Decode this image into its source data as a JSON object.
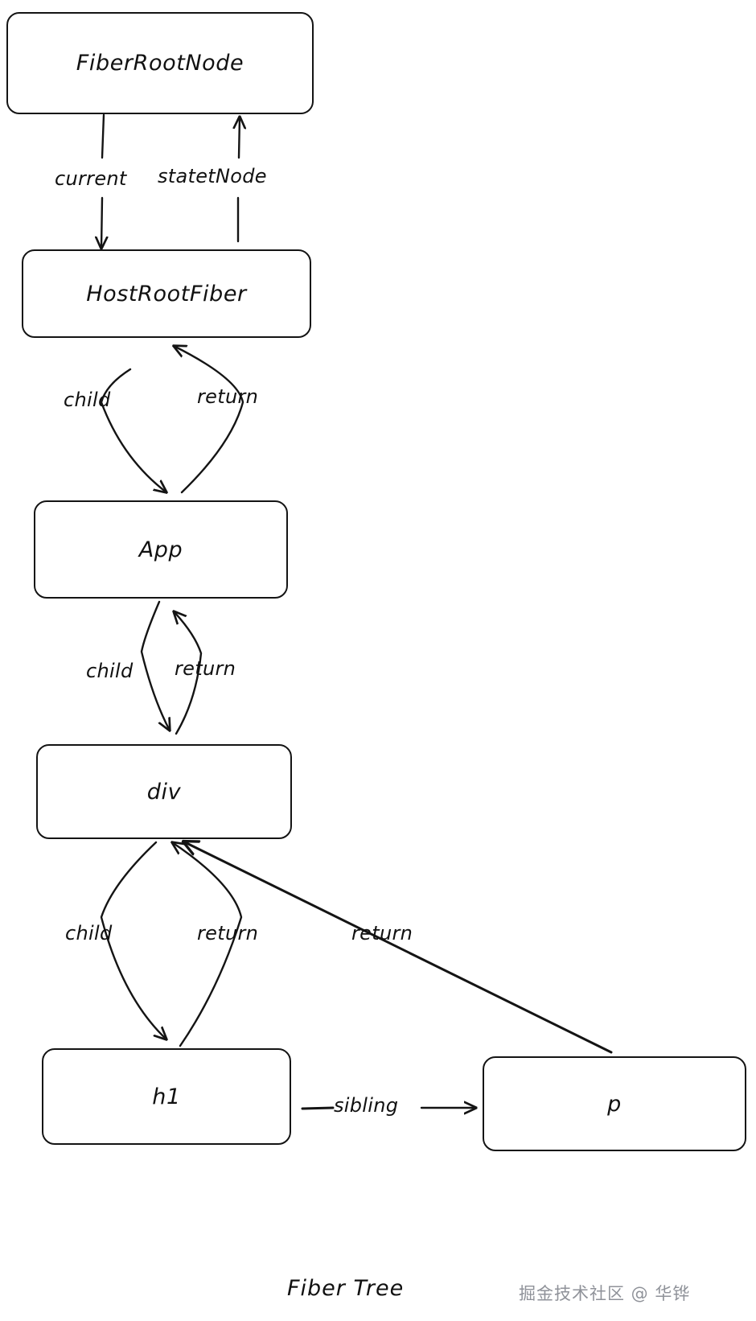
{
  "diagram": {
    "title": "Fiber Tree",
    "watermark": "掘金技术社区 @ 华铧",
    "nodes": [
      {
        "id": "fiberRootNode",
        "label": "FiberRootNode"
      },
      {
        "id": "hostRootFiber",
        "label": "HostRootFiber"
      },
      {
        "id": "app",
        "label": "App"
      },
      {
        "id": "div",
        "label": "div"
      },
      {
        "id": "h1",
        "label": "h1"
      },
      {
        "id": "p",
        "label": "p"
      }
    ],
    "edges": [
      {
        "id": "current",
        "label": "current",
        "from": "fiberRootNode",
        "to": "hostRootFiber"
      },
      {
        "id": "statetNode",
        "label": "statetNode",
        "from": "hostRootFiber",
        "to": "fiberRootNode"
      },
      {
        "id": "child-hostroot-app",
        "label": "child",
        "from": "hostRootFiber",
        "to": "app"
      },
      {
        "id": "return-app-hostroot",
        "label": "return",
        "from": "app",
        "to": "hostRootFiber"
      },
      {
        "id": "child-app-div",
        "label": "child",
        "from": "app",
        "to": "div"
      },
      {
        "id": "return-div-app",
        "label": "return",
        "from": "div",
        "to": "app"
      },
      {
        "id": "child-div-h1",
        "label": "child",
        "from": "div",
        "to": "h1"
      },
      {
        "id": "return-h1-div",
        "label": "return",
        "from": "h1",
        "to": "div"
      },
      {
        "id": "return-p-div",
        "label": "return",
        "from": "p",
        "to": "div"
      },
      {
        "id": "sibling-h1-p",
        "label": "sibling",
        "from": "h1",
        "to": "p"
      }
    ],
    "colors": {
      "stroke": "#141414",
      "text": "#111111",
      "background": "#ffffff",
      "watermark": "#8f9299"
    }
  }
}
